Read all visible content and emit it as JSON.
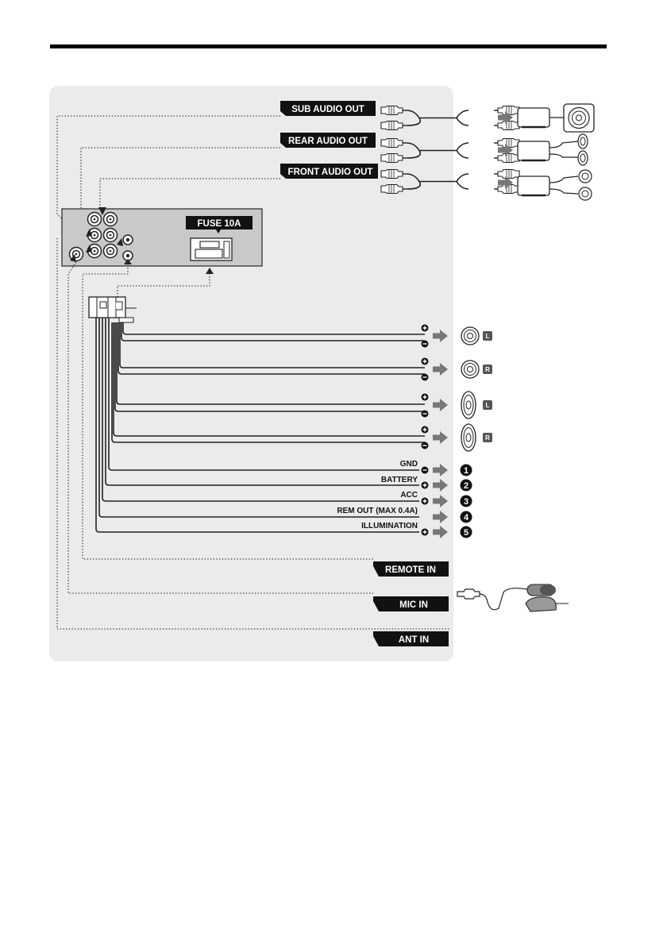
{
  "outputs": {
    "sub_audio_out": "SUB AUDIO OUT",
    "rear_audio_out": "REAR AUDIO OUT",
    "front_audio_out": "FRONT AUDIO OUT"
  },
  "fuse": {
    "label": "FUSE 10A"
  },
  "speakers": {
    "left": "L",
    "right": "R"
  },
  "wires": [
    {
      "label": "GND",
      "number": "1",
      "polarity": "minus"
    },
    {
      "label": "BATTERY",
      "number": "2",
      "polarity": "plus"
    },
    {
      "label": "ACC",
      "number": "3",
      "polarity": "plus"
    },
    {
      "label": "REM OUT (MAX 0.4A)",
      "number": "4",
      "polarity": "none"
    },
    {
      "label": "ILLUMINATION",
      "number": "5",
      "polarity": "plus"
    }
  ],
  "inputs": {
    "remote_in": "REMOTE IN",
    "mic_in": "MIC IN",
    "ant_in": "ANT IN"
  },
  "colors": {
    "panel": "#ebebeb",
    "label_bg": "#111111",
    "arrow": "#777777"
  }
}
